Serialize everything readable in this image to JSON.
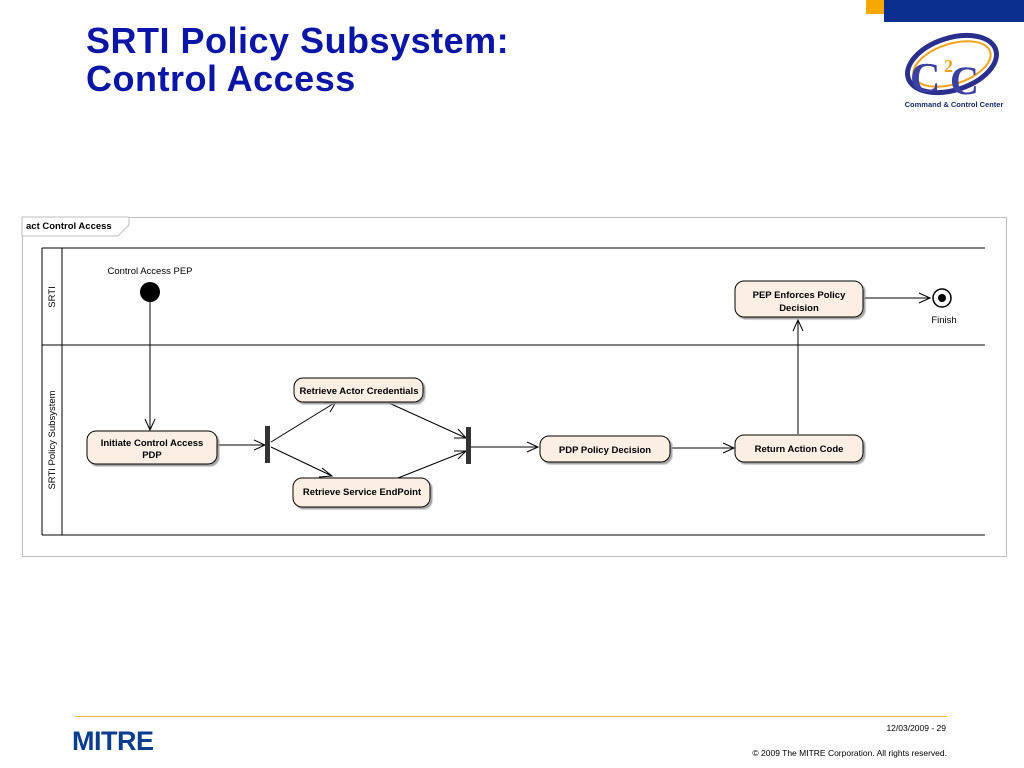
{
  "slide": {
    "title_line1": "SRTI Policy Subsystem:",
    "title_line2": "Control Access"
  },
  "logo": {
    "caption": "Command & Control Center",
    "mark": "C2C"
  },
  "diagram": {
    "frame_label": "act Control Access",
    "lanes": [
      "SRTI",
      "SRTI Policy Subsystem"
    ],
    "initial_label": "Control Access PEP",
    "final_label": "Finish",
    "nodes": {
      "initiate": [
        "Initiate Control Access",
        "PDP"
      ],
      "retrieve_actor": "Retrieve Actor Credentials",
      "retrieve_service": "Retrieve Service EndPoint",
      "pdp_decision": "PDP Policy Decision",
      "return_code": "Return Action Code",
      "pep_enforces": [
        "PEP Enforces Policy",
        "Decision"
      ]
    }
  },
  "footer": {
    "brand": "MITRE",
    "date_page": "12/03/2009 - 29",
    "copyright": "© 2009 The MITRE Corporation. All rights reserved."
  },
  "colors": {
    "title": "#0b16a6",
    "node_fill": "#fbefe3",
    "accent_orange": "#f6a800",
    "accent_blue": "#0a2f8f"
  }
}
